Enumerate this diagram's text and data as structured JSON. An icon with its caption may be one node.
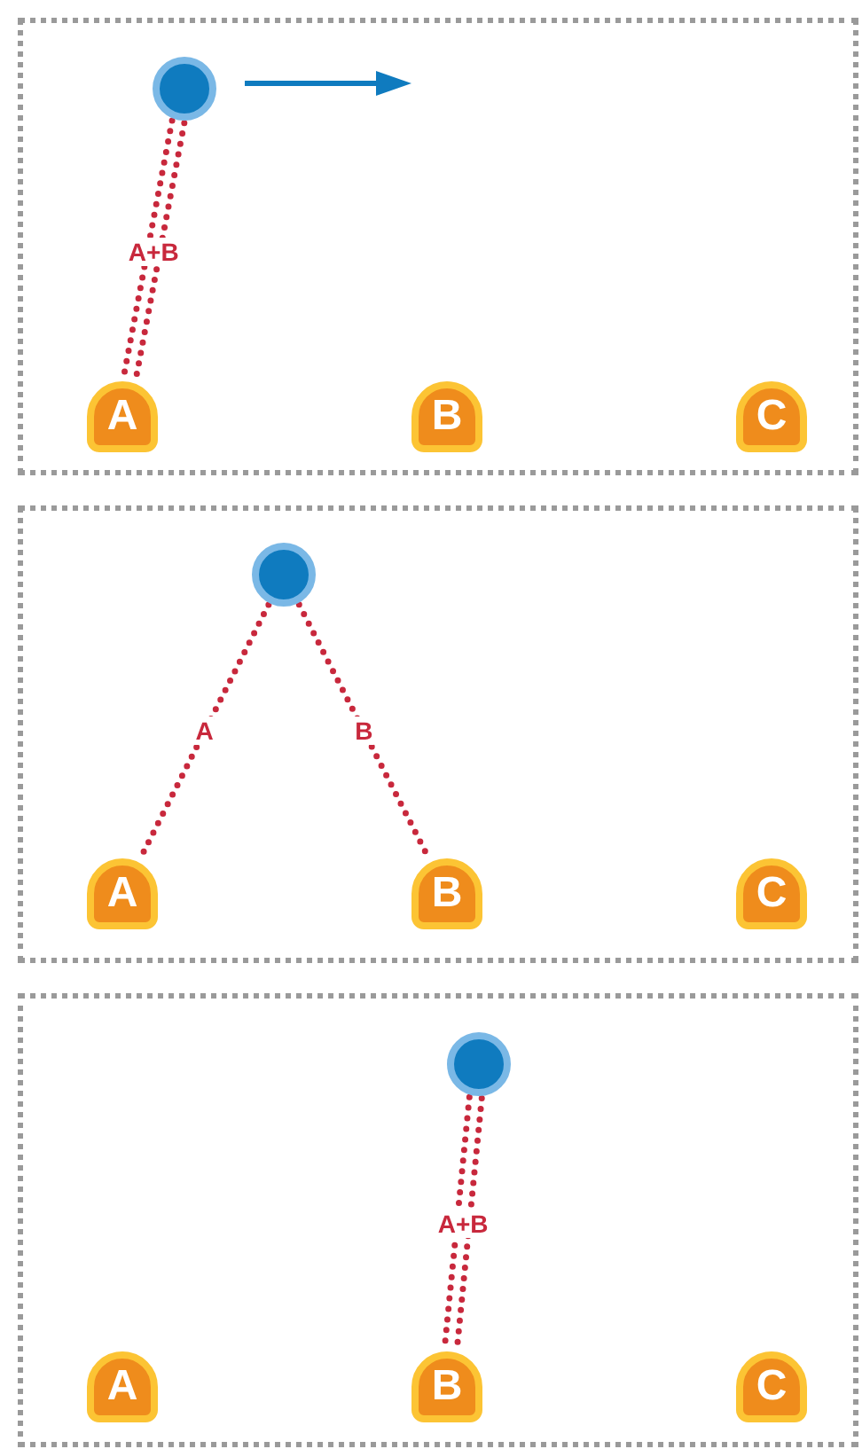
{
  "diagram": {
    "nodes": [
      {
        "text": [],
        "shape": "box"
      },
      {
        "text": [],
        "shape": "circle",
        "in": 0
      },
      {
        "text": [
          "A"
        ],
        "in": 0
      },
      {
        "text": [
          "B"
        ],
        "in": 0
      },
      {
        "text": [
          "C"
        ],
        "in": 0
      },
      {
        "text": [],
        "shape": "box"
      },
      {
        "text": [],
        "shape": "circle",
        "in": 5
      },
      {
        "text": [
          "A"
        ],
        "in": 5
      },
      {
        "text": [
          "B"
        ],
        "in": 5
      },
      {
        "text": [
          "C"
        ],
        "in": 5
      },
      {
        "text": [],
        "shape": "box"
      },
      {
        "text": [],
        "shape": "circle",
        "in": 10
      },
      {
        "text": [
          "A"
        ],
        "in": 10
      },
      {
        "text": [
          "B"
        ],
        "in": 10
      },
      {
        "text": [
          "C"
        ],
        "in": 10
      }
    ],
    "edges": [
      {
        "from": 1,
        "to": 2,
        "arrow": "none",
        "label": "A+B",
        "style": "dashed"
      },
      {
        "from": 6,
        "to": 7,
        "arrow": "none",
        "label": "A",
        "style": "dashed"
      },
      {
        "from": 6,
        "to": 8,
        "arrow": "none",
        "label": "B",
        "style": "dashed"
      },
      {
        "from": 11,
        "to": 13,
        "arrow": "none",
        "label": "A+B",
        "style": "dashed"
      }
    ]
  }
}
